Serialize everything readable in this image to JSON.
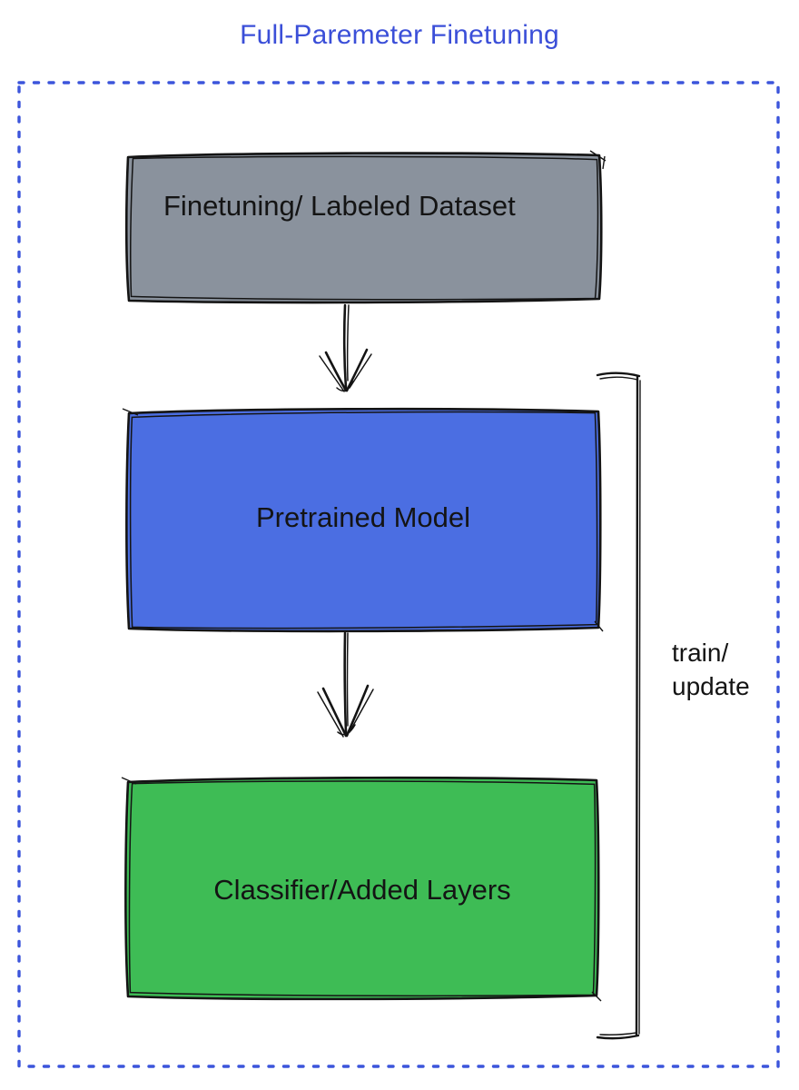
{
  "title": {
    "text": "Full-Paremeter Finetuning",
    "color": "#3b4fd8"
  },
  "border": {
    "color": "#3c55db",
    "style": "dotted"
  },
  "nodes": [
    {
      "id": "finetuning-dataset",
      "label": "Finetuning/ Labeled Dataset",
      "fill": "#8a929d"
    },
    {
      "id": "pretrained-model",
      "label": "Pretrained Model",
      "fill": "#4b6ee2"
    },
    {
      "id": "classifier-added-layers",
      "label": "Classifier/Added Layers",
      "fill": "#3ebc55"
    }
  ],
  "edges": [
    {
      "from": "finetuning-dataset",
      "to": "pretrained-model"
    },
    {
      "from": "pretrained-model",
      "to": "classifier-added-layers"
    }
  ],
  "bracket": {
    "line1": "train/",
    "line2": "update"
  }
}
